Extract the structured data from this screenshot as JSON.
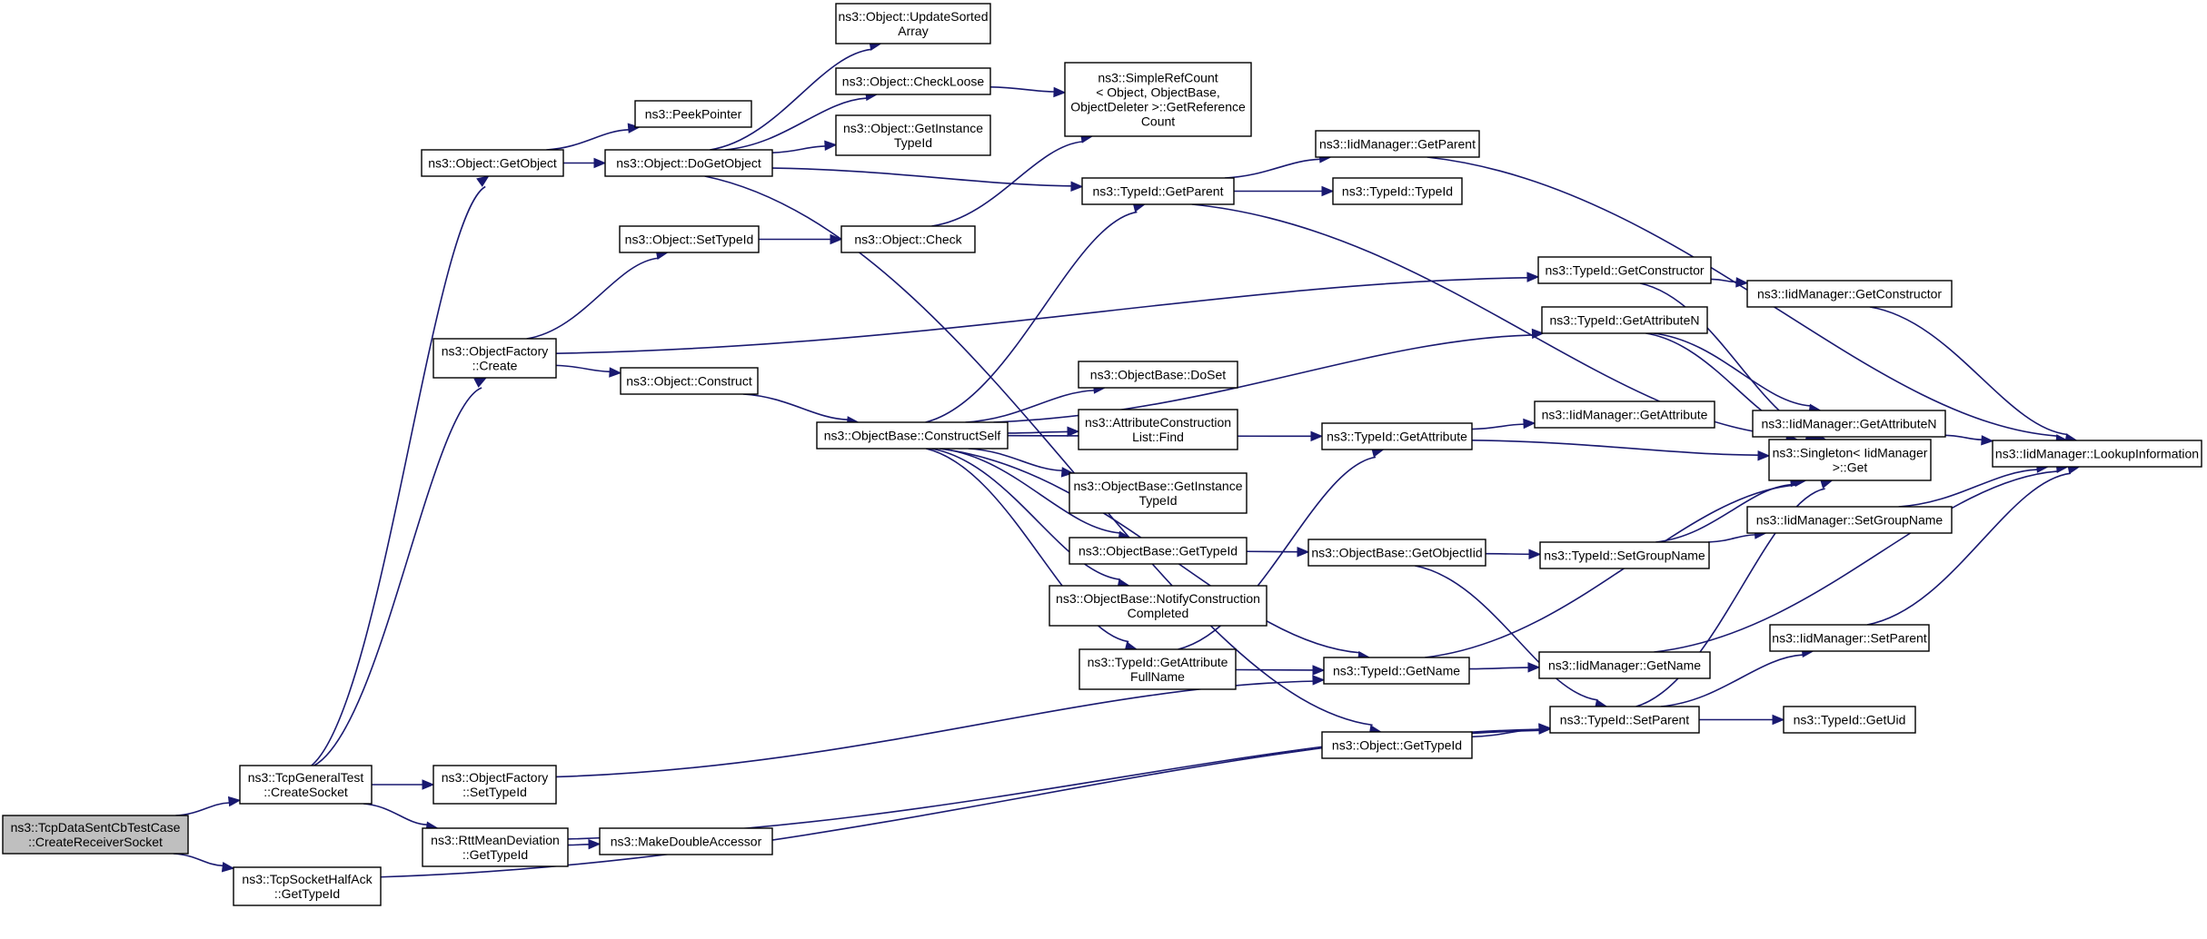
{
  "diagram": {
    "nodes": [
      {
        "id": "tcpdatasent",
        "lines": [
          "ns3::TcpDataSentCbTestCase",
          "::CreateReceiverSocket"
        ],
        "highlighted": true
      },
      {
        "id": "tcpgeneral_createsocket",
        "lines": [
          "ns3::TcpGeneralTest",
          "::CreateSocket"
        ]
      },
      {
        "id": "tcpsockethalfack",
        "lines": [
          "ns3::TcpSocketHalfAck",
          "::GetTypeId"
        ]
      },
      {
        "id": "object_getobject",
        "lines": [
          "ns3::Object::GetObject"
        ]
      },
      {
        "id": "objectfactory_create",
        "lines": [
          "ns3::ObjectFactory",
          "::Create"
        ]
      },
      {
        "id": "objectfactory_settypeid",
        "lines": [
          "ns3::ObjectFactory",
          "::SetTypeId"
        ]
      },
      {
        "id": "rttmeandeviation",
        "lines": [
          "ns3::RttMeanDeviation",
          "::GetTypeId"
        ]
      },
      {
        "id": "peekpointer",
        "lines": [
          "ns3::PeekPointer"
        ]
      },
      {
        "id": "dogetobject",
        "lines": [
          "ns3::Object::DoGetObject"
        ]
      },
      {
        "id": "object_settypeid",
        "lines": [
          "ns3::Object::SetTypeId"
        ]
      },
      {
        "id": "object_construct",
        "lines": [
          "ns3::Object::Construct"
        ]
      },
      {
        "id": "makedoubleaccessor",
        "lines": [
          "ns3::MakeDoubleAccessor"
        ]
      },
      {
        "id": "updatesortedarray",
        "lines": [
          "ns3::Object::UpdateSorted",
          "Array"
        ]
      },
      {
        "id": "checkloose",
        "lines": [
          "ns3::Object::CheckLoose"
        ]
      },
      {
        "id": "getinstancetypeid",
        "lines": [
          "ns3::Object::GetInstance",
          "TypeId"
        ]
      },
      {
        "id": "object_check",
        "lines": [
          "ns3::Object::Check"
        ]
      },
      {
        "id": "constructself",
        "lines": [
          "ns3::ObjectBase::ConstructSelf"
        ]
      },
      {
        "id": "simplerefcount",
        "lines": [
          "ns3::SimpleRefCount",
          "< Object, ObjectBase,",
          "ObjectDeleter >::GetReference",
          "Count"
        ]
      },
      {
        "id": "typeid_getparent",
        "lines": [
          "ns3::TypeId::GetParent"
        ]
      },
      {
        "id": "objectbase_doset",
        "lines": [
          "ns3::ObjectBase::DoSet"
        ]
      },
      {
        "id": "attrconstructionlist_find",
        "lines": [
          "ns3::AttributeConstruction",
          "List::Find"
        ]
      },
      {
        "id": "objectbase_getinstancetypeid",
        "lines": [
          "ns3::ObjectBase::GetInstance",
          "TypeId"
        ]
      },
      {
        "id": "objectbase_gettypeid",
        "lines": [
          "ns3::ObjectBase::GetTypeId"
        ]
      },
      {
        "id": "notifyconstructioncompleted",
        "lines": [
          "ns3::ObjectBase::NotifyConstruction",
          "Completed"
        ]
      },
      {
        "id": "getattributefullname",
        "lines": [
          "ns3::TypeId::GetAttribute",
          "FullName"
        ]
      },
      {
        "id": "object_gettypeid",
        "lines": [
          "ns3::Object::GetTypeId"
        ]
      },
      {
        "id": "iidmanager_getparent",
        "lines": [
          "ns3::IidManager::GetParent"
        ]
      },
      {
        "id": "typeid_typeid",
        "lines": [
          "ns3::TypeId::TypeId"
        ]
      },
      {
        "id": "typeid_getattribute",
        "lines": [
          "ns3::TypeId::GetAttribute"
        ]
      },
      {
        "id": "getobjectiid",
        "lines": [
          "ns3::ObjectBase::GetObjectIid"
        ]
      },
      {
        "id": "typeid_getname",
        "lines": [
          "ns3::TypeId::GetName"
        ]
      },
      {
        "id": "typeid_getconstructor",
        "lines": [
          "ns3::TypeId::GetConstructor"
        ]
      },
      {
        "id": "typeid_getattributen",
        "lines": [
          "ns3::TypeId::GetAttributeN"
        ]
      },
      {
        "id": "iidmanager_getattribute",
        "lines": [
          "ns3::IidManager::GetAttribute"
        ]
      },
      {
        "id": "typeid_setgroupname",
        "lines": [
          "ns3::TypeId::SetGroupName"
        ]
      },
      {
        "id": "iidmanager_getname",
        "lines": [
          "ns3::IidManager::GetName"
        ]
      },
      {
        "id": "typeid_setparent",
        "lines": [
          "ns3::TypeId::SetParent"
        ]
      },
      {
        "id": "iidmanager_getconstructor",
        "lines": [
          "ns3::IidManager::GetConstructor"
        ]
      },
      {
        "id": "iidmanager_getattributen",
        "lines": [
          "ns3::IidManager::GetAttributeN"
        ]
      },
      {
        "id": "singleton_get",
        "lines": [
          "ns3::Singleton< IidManager",
          " >::Get"
        ]
      },
      {
        "id": "iidmanager_setgroupname",
        "lines": [
          "ns3::IidManager::SetGroupName"
        ]
      },
      {
        "id": "iidmanager_setparent",
        "lines": [
          "ns3::IidManager::SetParent"
        ]
      },
      {
        "id": "typeid_getuid",
        "lines": [
          "ns3::TypeId::GetUid"
        ]
      },
      {
        "id": "lookupinformation",
        "lines": [
          "ns3::IidManager::LookupInformation"
        ]
      }
    ],
    "edges": [
      [
        "tcpdatasent",
        "tcpgeneral_createsocket"
      ],
      [
        "tcpdatasent",
        "tcpsockethalfack"
      ],
      [
        "tcpgeneral_createsocket",
        "object_getobject"
      ],
      [
        "tcpgeneral_createsocket",
        "objectfactory_create"
      ],
      [
        "tcpgeneral_createsocket",
        "objectfactory_settypeid"
      ],
      [
        "tcpgeneral_createsocket",
        "rttmeandeviation"
      ],
      [
        "object_getobject",
        "peekpointer"
      ],
      [
        "object_getobject",
        "dogetobject"
      ],
      [
        "objectfactory_create",
        "object_settypeid"
      ],
      [
        "objectfactory_create",
        "object_construct"
      ],
      [
        "objectfactory_create",
        "typeid_getconstructor"
      ],
      [
        "objectfactory_settypeid",
        "typeid_getname"
      ],
      [
        "rttmeandeviation",
        "makedoubleaccessor"
      ],
      [
        "rttmeandeviation",
        "typeid_setparent"
      ],
      [
        "tcpsockethalfack",
        "typeid_setparent"
      ],
      [
        "dogetobject",
        "updatesortedarray"
      ],
      [
        "dogetobject",
        "checkloose"
      ],
      [
        "dogetobject",
        "getinstancetypeid"
      ],
      [
        "dogetobject",
        "typeid_getparent"
      ],
      [
        "dogetobject",
        "object_gettypeid"
      ],
      [
        "object_settypeid",
        "object_check"
      ],
      [
        "object_construct",
        "constructself"
      ],
      [
        "checkloose",
        "simplerefcount"
      ],
      [
        "object_check",
        "simplerefcount"
      ],
      [
        "constructself",
        "typeid_getparent"
      ],
      [
        "constructself",
        "objectbase_doset"
      ],
      [
        "constructself",
        "attrconstructionlist_find"
      ],
      [
        "constructself",
        "objectbase_getinstancetypeid"
      ],
      [
        "constructself",
        "objectbase_gettypeid"
      ],
      [
        "constructself",
        "notifyconstructioncompleted"
      ],
      [
        "constructself",
        "getattributefullname"
      ],
      [
        "constructself",
        "typeid_getattribute"
      ],
      [
        "constructself",
        "typeid_getattributen"
      ],
      [
        "constructself",
        "typeid_getname"
      ],
      [
        "typeid_getparent",
        "iidmanager_getparent"
      ],
      [
        "typeid_getparent",
        "typeid_typeid"
      ],
      [
        "typeid_getparent",
        "singleton_get"
      ],
      [
        "objectbase_gettypeid",
        "getobjectiid"
      ],
      [
        "getattributefullname",
        "typeid_getname"
      ],
      [
        "getattributefullname",
        "typeid_getattribute"
      ],
      [
        "object_gettypeid",
        "typeid_setparent"
      ],
      [
        "typeid_getattribute",
        "iidmanager_getattribute"
      ],
      [
        "typeid_getattribute",
        "singleton_get"
      ],
      [
        "getobjectiid",
        "typeid_setgroupname"
      ],
      [
        "getobjectiid",
        "typeid_setparent"
      ],
      [
        "typeid_getname",
        "iidmanager_getname"
      ],
      [
        "typeid_getname",
        "singleton_get"
      ],
      [
        "typeid_getconstructor",
        "iidmanager_getconstructor"
      ],
      [
        "typeid_getconstructor",
        "singleton_get"
      ],
      [
        "typeid_getattributen",
        "iidmanager_getattributen"
      ],
      [
        "typeid_getattributen",
        "singleton_get"
      ],
      [
        "typeid_setgroupname",
        "iidmanager_setgroupname"
      ],
      [
        "typeid_setgroupname",
        "singleton_get"
      ],
      [
        "typeid_setparent",
        "iidmanager_setparent"
      ],
      [
        "typeid_setparent",
        "typeid_getuid"
      ],
      [
        "typeid_setparent",
        "singleton_get"
      ],
      [
        "iidmanager_getparent",
        "lookupinformation"
      ],
      [
        "iidmanager_getconstructor",
        "lookupinformation"
      ],
      [
        "iidmanager_getattributen",
        "lookupinformation"
      ],
      [
        "iidmanager_setgroupname",
        "lookupinformation"
      ],
      [
        "iidmanager_getname",
        "lookupinformation"
      ],
      [
        "iidmanager_setparent",
        "lookupinformation"
      ]
    ]
  }
}
